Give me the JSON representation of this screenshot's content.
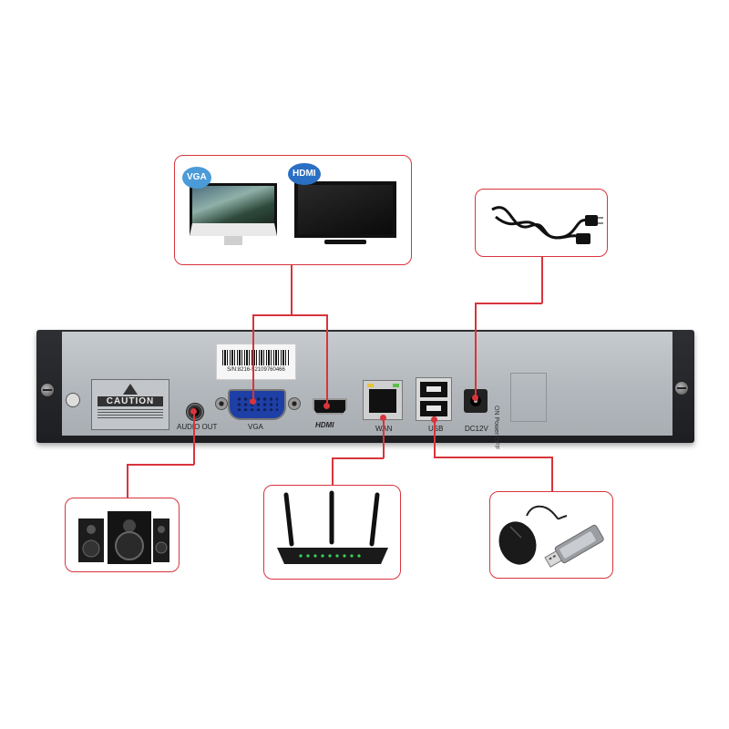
{
  "panel": {
    "serial": "S/N:8216-52109760466",
    "caution": "CAUTION",
    "ports": {
      "audio_out": "AUDIO OUT",
      "vga": "VGA",
      "hdmi": "HDMI",
      "wan": "WAN",
      "usb": "USB",
      "dc": "DC12V"
    },
    "switch_label": "ON Power OFF"
  },
  "callouts": {
    "display": {
      "vga_badge": "VGA",
      "hdmi_badge": "HDMI"
    },
    "power": "power-cable",
    "audio": "speakers",
    "network": "router",
    "usb": "mouse-and-usb-drive"
  },
  "colors": {
    "accent": "#d8343c",
    "panel": "#b8bdc2",
    "vga_port": "#1e3fa6",
    "vga_badge": "#4a9bd8",
    "hdmi_badge": "#2a6fc4"
  }
}
